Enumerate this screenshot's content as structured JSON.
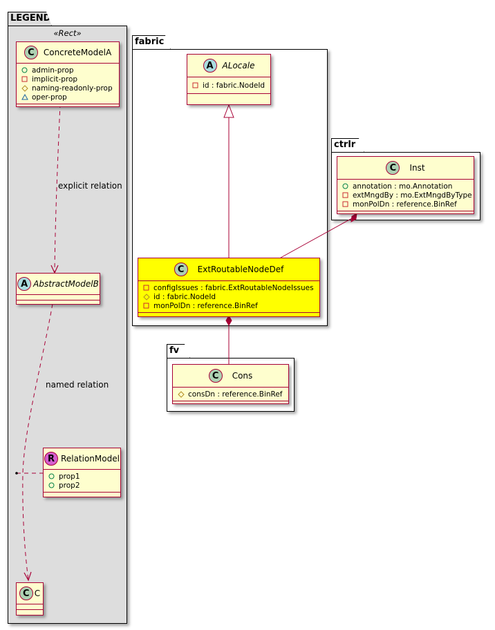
{
  "packages": {
    "legend": {
      "name": "LEGEND",
      "stereotype": "«Rect»"
    },
    "fabric": {
      "name": "fabric"
    },
    "ctrlr": {
      "name": "ctrlr"
    },
    "fv": {
      "name": "fv"
    }
  },
  "classes": {
    "concrete_model_a": {
      "kind": "C",
      "name": "ConcreteModelA",
      "attributes": [
        {
          "visibility": "public",
          "text": "admin-prop"
        },
        {
          "visibility": "private",
          "text": "implicit-prop"
        },
        {
          "visibility": "protected",
          "text": "naming-readonly-prop"
        },
        {
          "visibility": "package",
          "text": "oper-prop"
        }
      ]
    },
    "abstract_model_b": {
      "kind": "A",
      "name": "AbstractModelB",
      "attributes": []
    },
    "relation_model": {
      "kind": "R",
      "name": "RelationModel",
      "attributes": [
        {
          "visibility": "public",
          "text": "prop1"
        },
        {
          "visibility": "public",
          "text": "prop2"
        }
      ]
    },
    "c": {
      "kind": "C",
      "name": "C",
      "attributes": []
    },
    "alocale": {
      "kind": "A",
      "name": "ALocale",
      "attributes": [
        {
          "visibility": "private",
          "text": "id : fabric.NodeId"
        }
      ]
    },
    "ext_routable_node_def": {
      "kind": "C",
      "name": "ExtRoutableNodeDef",
      "highlight_color": "#ffff00",
      "attributes": [
        {
          "visibility": "private",
          "text": "configIssues : fabric.ExtRoutableNodeIssues"
        },
        {
          "visibility": "protected",
          "text": "id : fabric.NodeId"
        },
        {
          "visibility": "private",
          "text": "monPolDn : reference.BinRef"
        }
      ]
    },
    "inst": {
      "kind": "C",
      "name": "Inst",
      "attributes": [
        {
          "visibility": "public",
          "text": "annotation : mo.Annotation"
        },
        {
          "visibility": "private",
          "text": "extMngdBy : mo.ExtMngdByType"
        },
        {
          "visibility": "private",
          "text": "monPolDn : reference.BinRef"
        }
      ]
    },
    "cons": {
      "kind": "C",
      "name": "Cons",
      "attributes": [
        {
          "visibility": "protected",
          "text": "consDn : reference.BinRef"
        }
      ]
    }
  },
  "relations": {
    "explicit": {
      "label": "explicit relation",
      "from": "ConcreteModelA",
      "to": "AbstractModelB",
      "style": "dashed-arrow"
    },
    "named": {
      "label": "named relation",
      "from": "AbstractModelB",
      "to": "C",
      "style": "dashed-arrow",
      "association_class": "RelationModel"
    },
    "inheritance": {
      "from": "ExtRoutableNodeDef",
      "to": "ALocale",
      "style": "generalization"
    },
    "composition_inst": {
      "from": "Inst",
      "to": "ExtRoutableNodeDef",
      "style": "composition"
    },
    "composition_cons": {
      "from": "ExtRoutableNodeDef",
      "to": "Cons",
      "style": "composition"
    }
  },
  "colors": {
    "class_fill": "#fefece",
    "class_border": "#a80036",
    "highlight_fill": "#ffff00",
    "legend_fill": "#dddddd",
    "circle_class": "#add1b2",
    "circle_abstract": "#a9dcdf",
    "circle_relation": "#d45fcf"
  }
}
